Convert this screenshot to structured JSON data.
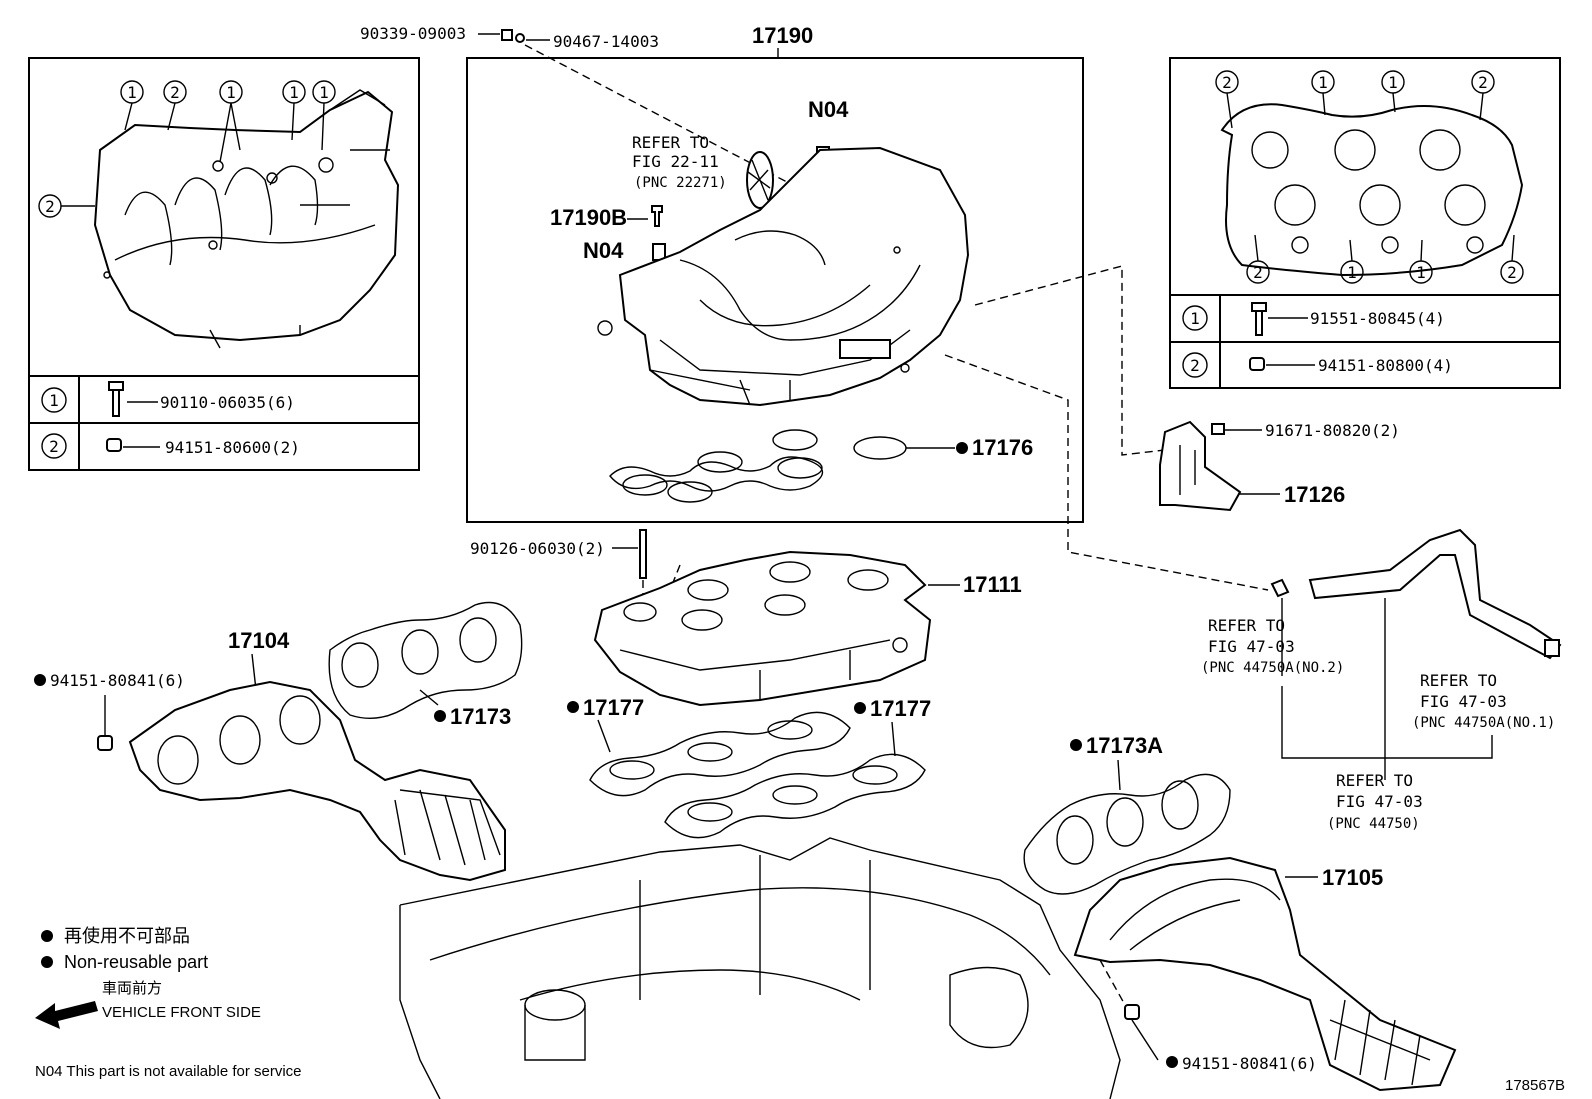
{
  "panels": {
    "upper_left": {
      "callouts": [
        "1",
        "2",
        "1",
        "1",
        "1",
        "2"
      ],
      "table": [
        {
          "key": "1",
          "part": "90110-06035(6)"
        },
        {
          "key": "2",
          "part": "94151-80600(2)"
        }
      ]
    },
    "upper_right": {
      "callouts_top": [
        "2",
        "1",
        "1",
        "2"
      ],
      "callouts_bottom": [
        "2",
        "1",
        "1",
        "2"
      ],
      "table": [
        {
          "key": "1",
          "part": "91551-80845(4)"
        },
        {
          "key": "2",
          "part": "94151-80800(4)"
        }
      ]
    }
  },
  "labels": {
    "p90339": "90339-09003",
    "p90467": "90467-14003",
    "p17190": "17190",
    "n04_top": "N04",
    "n04_mid": "N04",
    "p17190b": "17190B",
    "refer_22_11": {
      "l1": "REFER TO",
      "l2": "FIG 22-11",
      "l3": "(PNC 22271)"
    },
    "p17176": "17176",
    "p91671": "91671-80820(2)",
    "p17126": "17126",
    "p90126": "90126-06030(2)",
    "p17111": "17111",
    "p17104": "17104",
    "p94151_left": "94151-80841(6)",
    "p17173": "17173",
    "p17177_a": "17177",
    "p17177_b": "17177",
    "p17173a": "17173A",
    "p17105": "17105",
    "p94151_right": "94151-80841(6)",
    "refer_no2": {
      "l1": "REFER TO",
      "l2": "FIG 47-03",
      "l3": "(PNC 44750A(NO.2)"
    },
    "refer_no1": {
      "l1": "REFER TO",
      "l2": "FIG 47-03",
      "l3": "(PNC 44750A(NO.1)"
    },
    "refer_main": {
      "l1": "REFER TO",
      "l2": "FIG 47-03",
      "l3": "(PNC 44750)"
    }
  },
  "legend": {
    "non_reusable_jp": "再使用不可部品",
    "non_reusable_en": "Non-reusable part",
    "front_jp": "車両前方",
    "front_en": "VEHICLE FRONT SIDE",
    "n04_note": "N04 This part is not available for service"
  },
  "figure_id": "178567B"
}
